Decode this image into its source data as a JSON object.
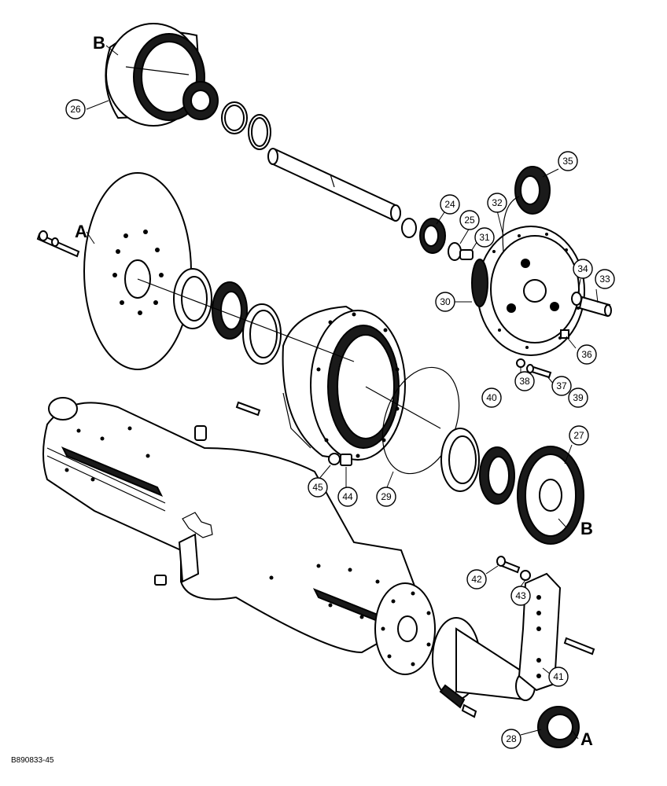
{
  "figure_id": "B890833-45",
  "reference_letters": {
    "b_top": "B",
    "a_left": "A",
    "b_right": "B",
    "a_bottom": "A"
  },
  "callouts": {
    "c26": "26",
    "c35": "35",
    "c24": "24",
    "c32": "32",
    "c25": "25",
    "c31": "31",
    "c34": "34",
    "c33": "33",
    "c30": "30",
    "c36": "36",
    "c38": "38",
    "c37": "37",
    "c40": "40",
    "c39": "39",
    "c27": "27",
    "c45": "45",
    "c44": "44",
    "c29": "29",
    "c42": "42",
    "c43": "43",
    "c41": "41",
    "c28": "28"
  }
}
